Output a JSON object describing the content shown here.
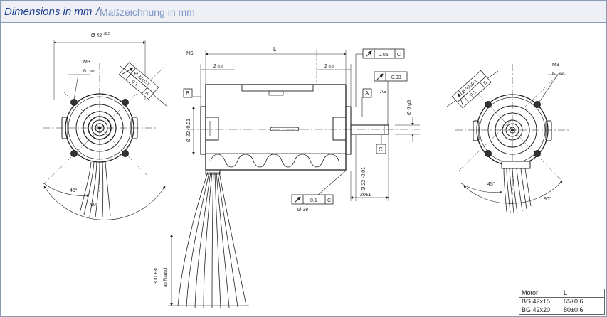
{
  "header": {
    "title_en": "Dimensions in mm",
    "separator": "/",
    "title_de": "Maßzeichnung in mm"
  },
  "colors": {
    "title_en": "#1f3f8f",
    "title_de": "#7f97c8",
    "frame": "#8a9bb8",
    "header_bg": "#eef0f5"
  },
  "front_view": {
    "outer_diameter": "Ø 42",
    "outer_diameter_tol": "±0.5",
    "thread": "M3",
    "thread_depth": "6",
    "thread_depth_unit": "tief",
    "bolt_circle": "Ø 32±0.1",
    "tolerance_value": "0.1",
    "tolerance_datum": "A",
    "angle_1": "45°",
    "angle_2": "90°"
  },
  "side_view": {
    "ns_label": "NS",
    "as_label": "AS",
    "length_label": "L",
    "ns_flange": "2",
    "ns_flange_tol": "-0.3",
    "as_flange": "2",
    "as_flange_tol": "-0.3",
    "datum_b": "B",
    "datum_a": "A",
    "datum_c": "C",
    "runout_top_value": "0.06",
    "runout_top_datum": "C",
    "runout_shaft_value": "0.03",
    "shaft_diameter": "Ø 6 g5",
    "ns_pilot": "Ø 22 -0.01",
    "as_pilot": "Ø 22 -0.01",
    "runout_bottom_value": "0.1",
    "runout_bottom_datum": "C",
    "body_diameter": "Ø 38",
    "shaft_length": "20±1",
    "lead_length": "300 ±30",
    "lead_ref": "ab Flansch"
  },
  "rear_view": {
    "bolt_circle": "Ø 32±0.1",
    "tolerance_value": "0.1",
    "tolerance_datum": "B",
    "thread": "M3",
    "thread_depth": "6",
    "thread_depth_unit": "tief",
    "angle_1": "45°",
    "angle_2": "90°"
  },
  "motor_table": {
    "headers": [
      "Motor",
      "L"
    ],
    "rows": [
      [
        "BG 42x15",
        "65±0.6"
      ],
      [
        "BG 42x20",
        "80±0.6"
      ]
    ]
  }
}
